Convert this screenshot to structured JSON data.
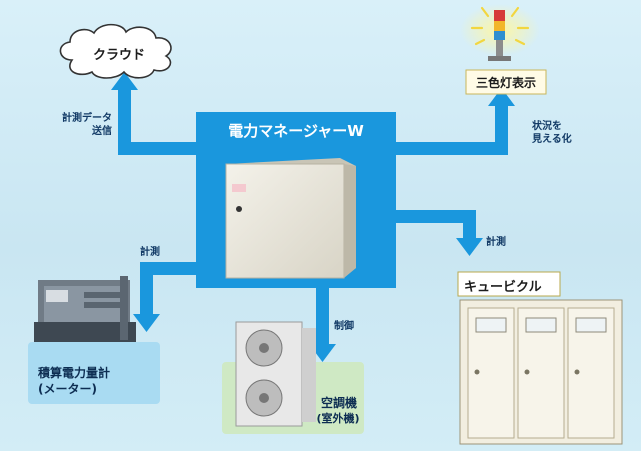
{
  "title": "電力マネージャーW",
  "nodes": {
    "cloud": "クラウド",
    "signal_light": "三色灯表示",
    "cubicle": "キュービクル",
    "meter_line1": "積算電力量計",
    "meter_line2": "(メーター)",
    "aircon_line1": "空調機",
    "aircon_line2": "(室外機)"
  },
  "edge_labels": {
    "send_line1": "計測データ",
    "send_line2": "送信",
    "visual_line1": "状況を",
    "visual_line2": "見える化",
    "measure_meter": "計測",
    "measure_cubicle": "計測",
    "control": "制御"
  },
  "colors": {
    "background": "#cfe9f4",
    "manager_box": "#1a97dd",
    "arrow": "#1a97dd",
    "label_box": "#ffffff",
    "meter_bg": "#a9dbf2",
    "aircon_bg": "#cfe9c4",
    "cubicle_bg": "#f2eee0",
    "signal_bg": "#fffbe6",
    "text": "#0d2d52"
  },
  "icons": [
    "cloud-icon",
    "signal-tower-icon",
    "power-manager-device-icon",
    "electric-meter-icon",
    "outdoor-ac-unit-icon",
    "cubicle-cabinet-icon"
  ]
}
